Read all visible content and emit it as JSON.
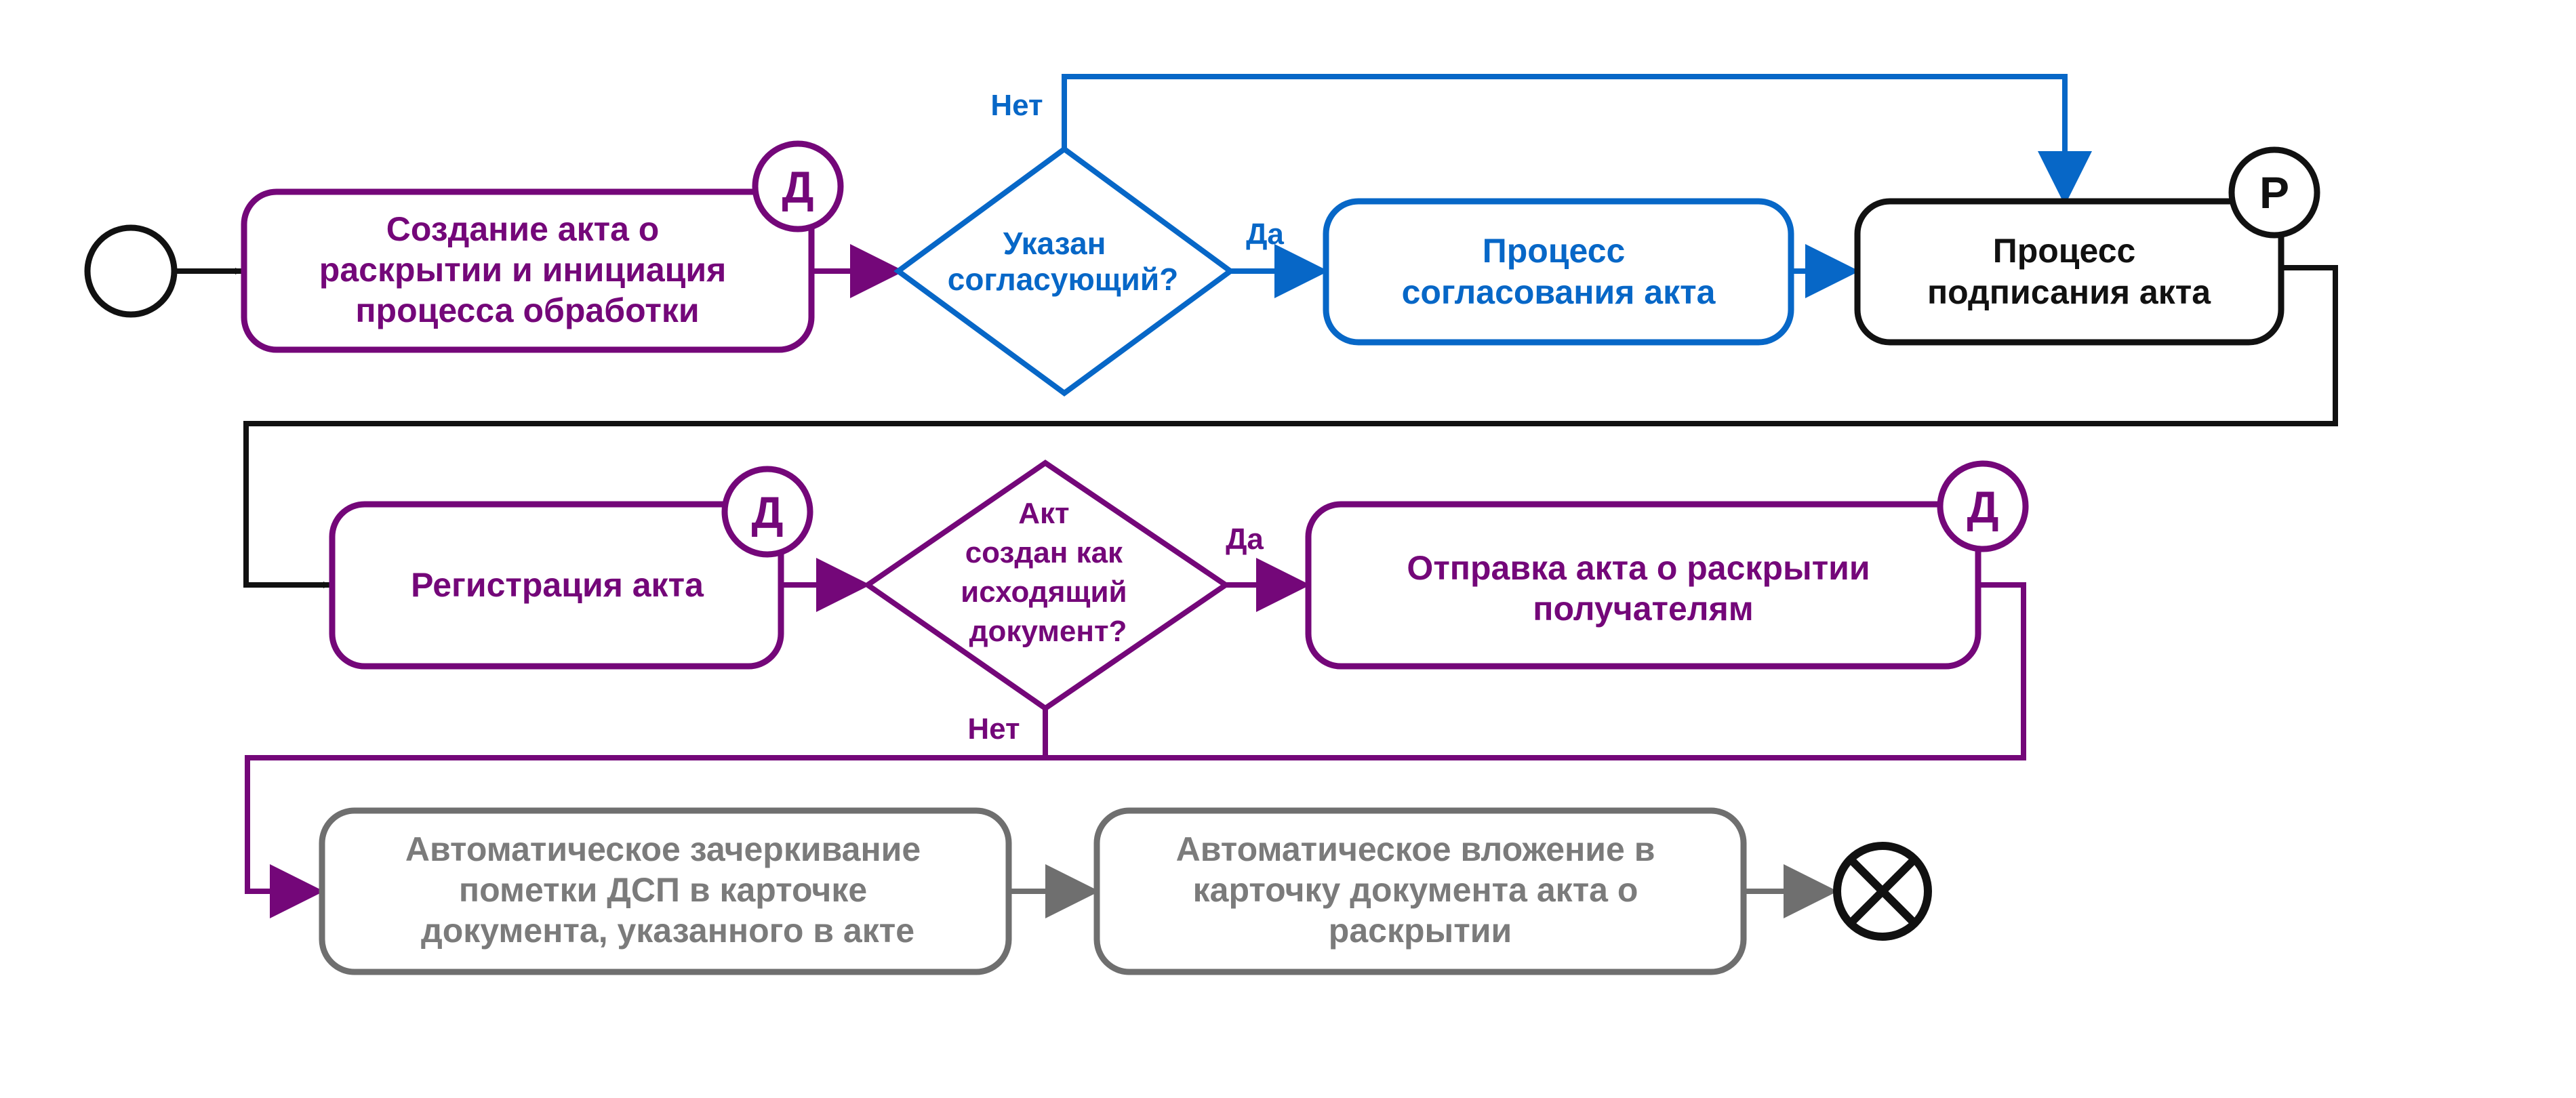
{
  "colors": {
    "purple": "#740779",
    "blue": "#0767c7",
    "black": "#111111",
    "gray": "#6f6f6f",
    "gray_text": "#7b7b7b"
  },
  "nodes": {
    "create_act": {
      "lines": [
        "Создание акта о",
        "раскрытии и инициация",
        "процесса обработки"
      ],
      "badge": "Д"
    },
    "gateway_approver": {
      "lines": [
        "Указан",
        "согласующий?"
      ]
    },
    "approval_process": {
      "lines": [
        "Процесс",
        "согласования акта"
      ]
    },
    "signing_process": {
      "lines": [
        "Процесс",
        "подписания акта"
      ],
      "badge": "Р"
    },
    "register_act": {
      "lines": [
        "Регистрация акта"
      ],
      "badge": "Д"
    },
    "gateway_outgoing": {
      "lines": [
        "Акт",
        "создан как",
        "исходящий",
        "документ?"
      ]
    },
    "send_act": {
      "lines": [
        "Отправка акта о раскрытии",
        "получателям"
      ],
      "badge": "Д"
    },
    "auto_strike": {
      "lines": [
        "Автоматическое зачеркивание",
        "пометки ДСП в карточке",
        "документа, указанного в акте"
      ]
    },
    "auto_attach": {
      "lines": [
        "Автоматическое вложение в",
        "карточку документа акта о",
        "раскрытии"
      ]
    }
  },
  "edge_labels": {
    "approver_no": "Нет",
    "approver_yes": "Да",
    "outgoing_yes": "Да",
    "outgoing_no": "Нет"
  }
}
